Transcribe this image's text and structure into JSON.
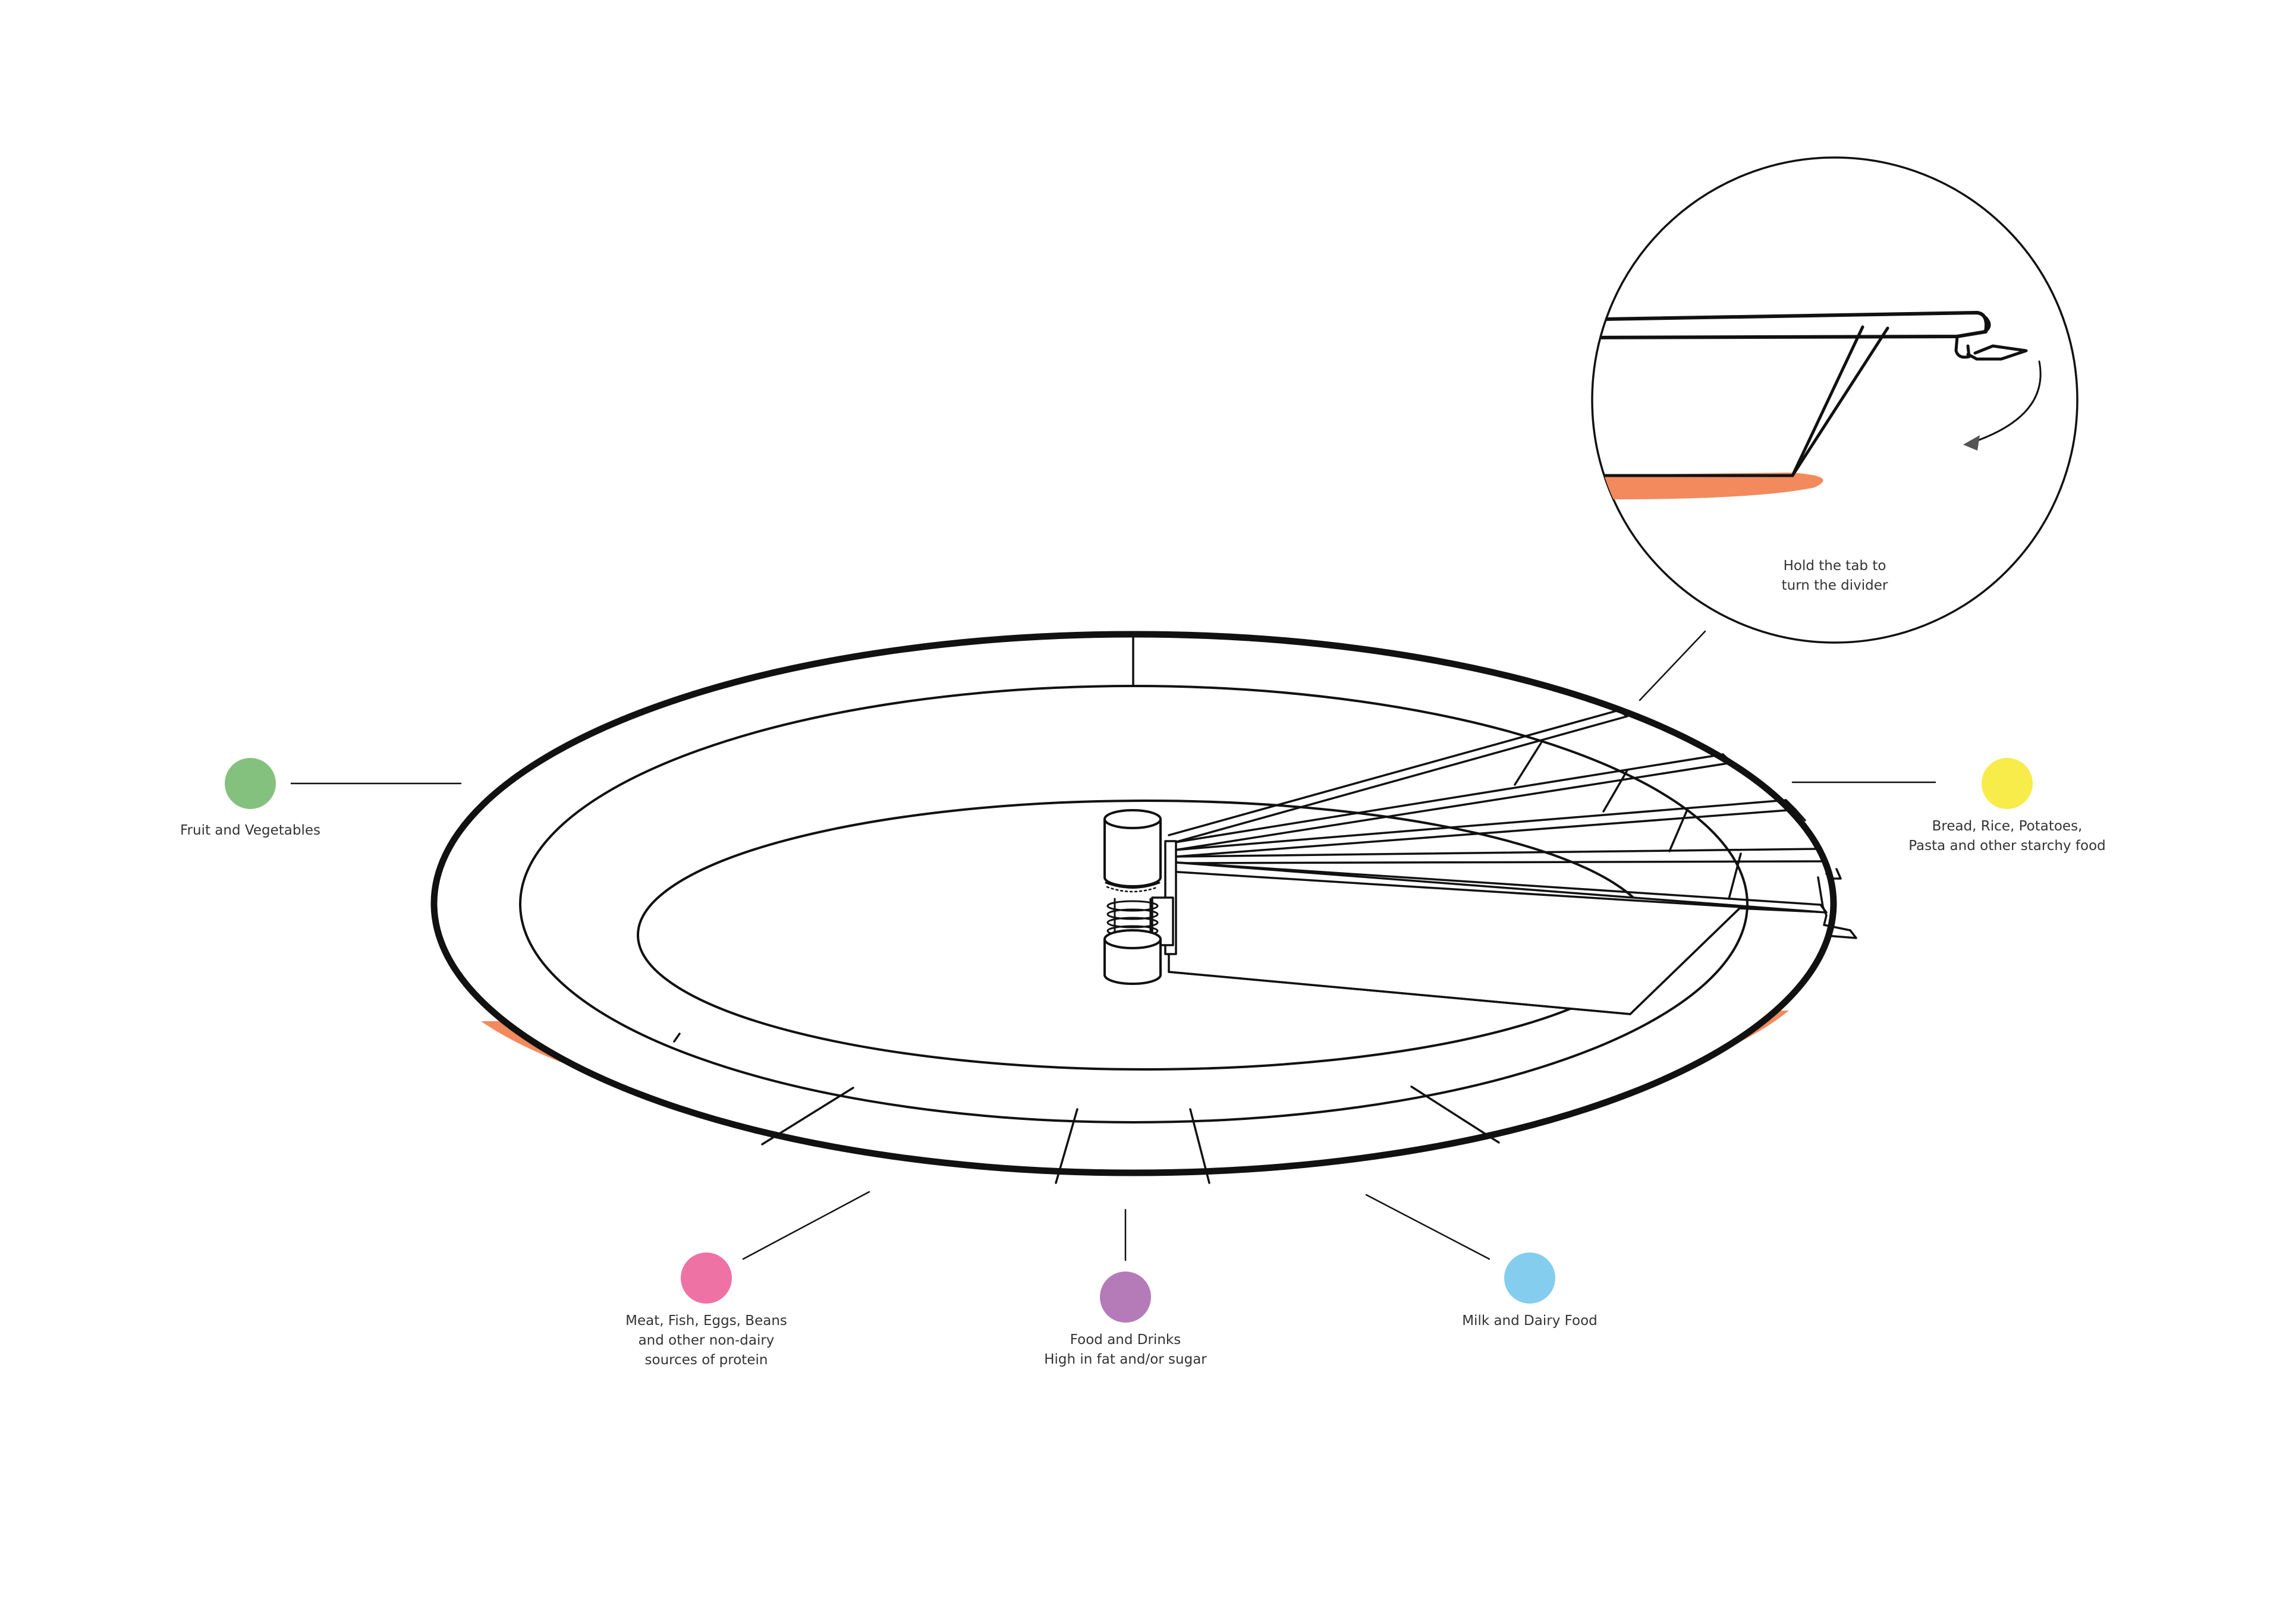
{
  "colors": {
    "base_accent": "#f28a5e",
    "outline": "#111111"
  },
  "categories": [
    {
      "id": "fruit-veg",
      "lines": [
        "Fruit and Vegetables"
      ],
      "color": "#85c17e"
    },
    {
      "id": "starchy",
      "lines": [
        "Bread, Rice, Potatoes,",
        "Pasta and other starchy food"
      ],
      "color": "#f7ec4a"
    },
    {
      "id": "protein",
      "lines": [
        "Meat, Fish, Eggs, Beans",
        "and other non-dairy",
        "sources of protein"
      ],
      "color": "#ef72a5"
    },
    {
      "id": "fat-sugar",
      "lines": [
        "Food and Drinks",
        "High in fat and/or sugar"
      ],
      "color": "#b47bb8"
    },
    {
      "id": "dairy",
      "lines": [
        "Milk and Dairy Food"
      ],
      "color": "#85cdee"
    }
  ],
  "detail": {
    "lines": [
      "Hold the tab to",
      "turn the divider"
    ]
  }
}
